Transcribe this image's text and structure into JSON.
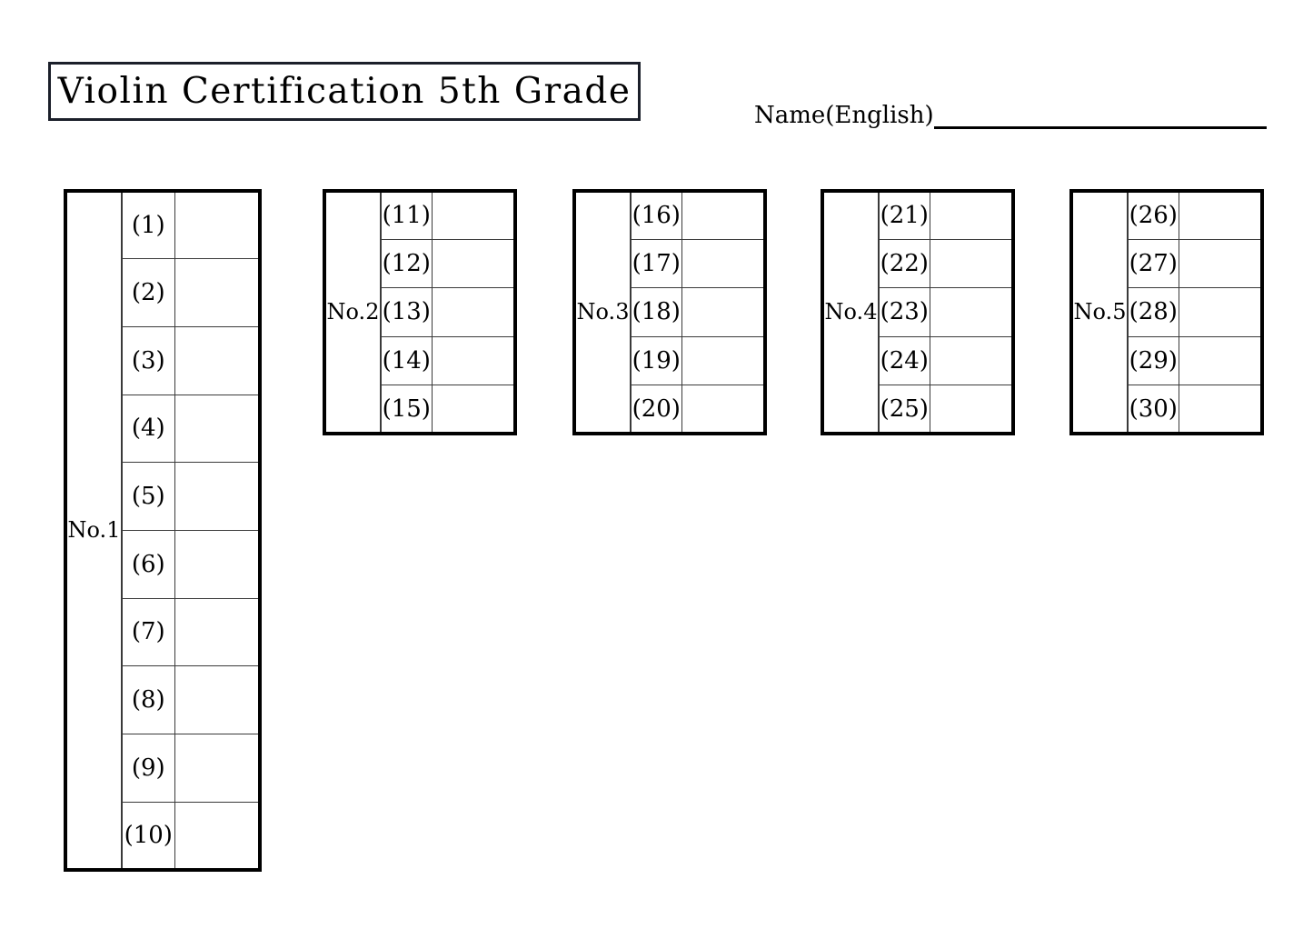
{
  "document": {
    "title": "Violin Certification 5th Grade",
    "name_field": {
      "label": "Name(English)",
      "value": ""
    }
  },
  "tables": [
    {
      "id": "no1",
      "group_label": "No.1",
      "rows": [
        {
          "number": "(1)",
          "answer": ""
        },
        {
          "number": "(2)",
          "answer": ""
        },
        {
          "number": "(3)",
          "answer": ""
        },
        {
          "number": "(4)",
          "answer": ""
        },
        {
          "number": "(5)",
          "answer": ""
        },
        {
          "number": "(6)",
          "answer": ""
        },
        {
          "number": "(7)",
          "answer": ""
        },
        {
          "number": "(8)",
          "answer": ""
        },
        {
          "number": "(9)",
          "answer": ""
        },
        {
          "number": "(10)",
          "answer": ""
        }
      ]
    },
    {
      "id": "no2",
      "group_label": "No.2",
      "rows": [
        {
          "number": "(11)",
          "answer": ""
        },
        {
          "number": "(12)",
          "answer": ""
        },
        {
          "number": "(13)",
          "answer": ""
        },
        {
          "number": "(14)",
          "answer": ""
        },
        {
          "number": "(15)",
          "answer": ""
        }
      ]
    },
    {
      "id": "no3",
      "group_label": "No.3",
      "rows": [
        {
          "number": "(16)",
          "answer": ""
        },
        {
          "number": "(17)",
          "answer": ""
        },
        {
          "number": "(18)",
          "answer": ""
        },
        {
          "number": "(19)",
          "answer": ""
        },
        {
          "number": "(20)",
          "answer": ""
        }
      ]
    },
    {
      "id": "no4",
      "group_label": "No.4",
      "rows": [
        {
          "number": "(21)",
          "answer": ""
        },
        {
          "number": "(22)",
          "answer": ""
        },
        {
          "number": "(23)",
          "answer": ""
        },
        {
          "number": "(24)",
          "answer": ""
        },
        {
          "number": "(25)",
          "answer": ""
        }
      ]
    },
    {
      "id": "no5",
      "group_label": "No.5",
      "rows": [
        {
          "number": "(26)",
          "answer": ""
        },
        {
          "number": "(27)",
          "answer": ""
        },
        {
          "number": "(28)",
          "answer": ""
        },
        {
          "number": "(29)",
          "answer": ""
        },
        {
          "number": "(30)",
          "answer": ""
        }
      ]
    }
  ],
  "colors": {
    "ink": "#000000",
    "title_border": "#1b1f2a",
    "grid_line": "#3a3a3a",
    "paper": "#ffffff"
  }
}
